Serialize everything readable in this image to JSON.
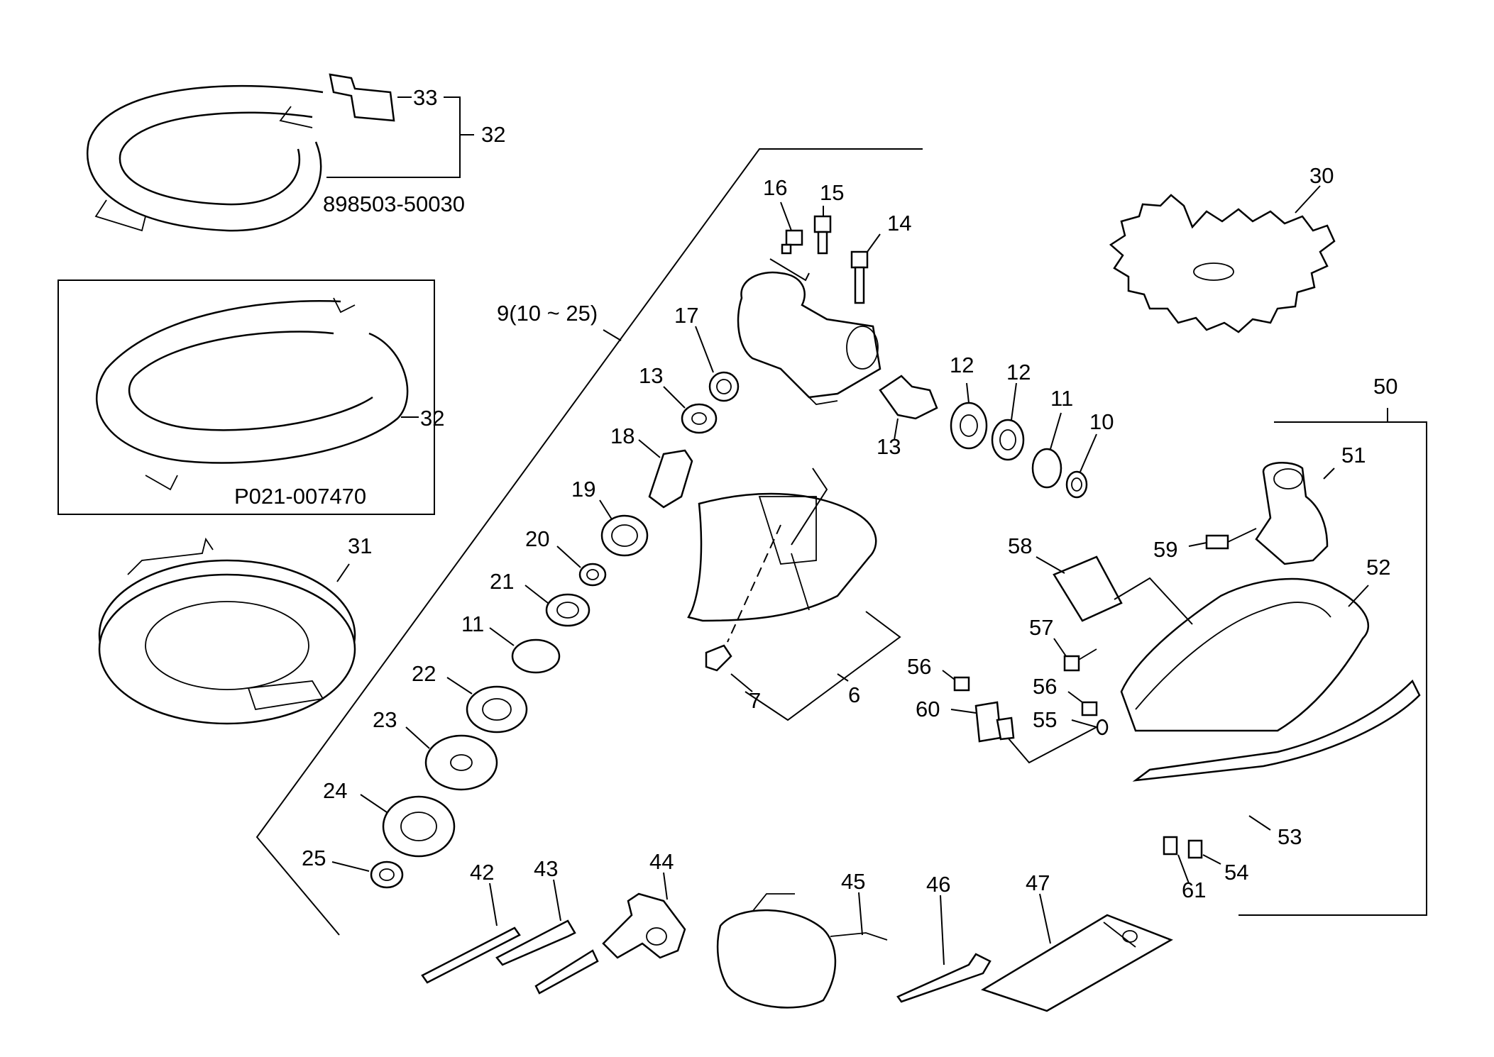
{
  "labels": {
    "l33": "33",
    "l32a": "32",
    "pn1": "898503-50030",
    "l32b": "32",
    "pn2": "P021-007470",
    "l31": "31",
    "l30": "30",
    "l9": "9(10 ~ 25)",
    "l16": "16",
    "l15": "15",
    "l14": "14",
    "l17": "17",
    "l13a": "13",
    "l13b": "13",
    "l12a": "12",
    "l12b": "12",
    "l11a": "11",
    "l10": "10",
    "l18": "18",
    "l19": "19",
    "l20": "20",
    "l21": "21",
    "l11b": "11",
    "l22": "22",
    "l23": "23",
    "l24": "24",
    "l25": "25",
    "l7": "7",
    "l6": "6",
    "l50": "50",
    "l51": "51",
    "l52": "52",
    "l53": "53",
    "l54": "54",
    "l55": "55",
    "l56a": "56",
    "l56b": "56",
    "l57": "57",
    "l58": "58",
    "l59": "59",
    "l60": "60",
    "l61": "61",
    "l42": "42",
    "l43": "43",
    "l44": "44",
    "l45": "45",
    "l46": "46",
    "l47": "47"
  }
}
